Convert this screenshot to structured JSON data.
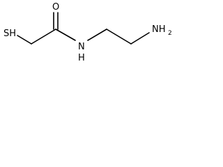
{
  "molecule": {
    "atoms": {
      "thiol": "SH",
      "oxygen": "O",
      "amide_nitrogen": "N",
      "amide_hydrogen": "H",
      "amine_main": "NH",
      "amine_subscript": "2"
    }
  }
}
